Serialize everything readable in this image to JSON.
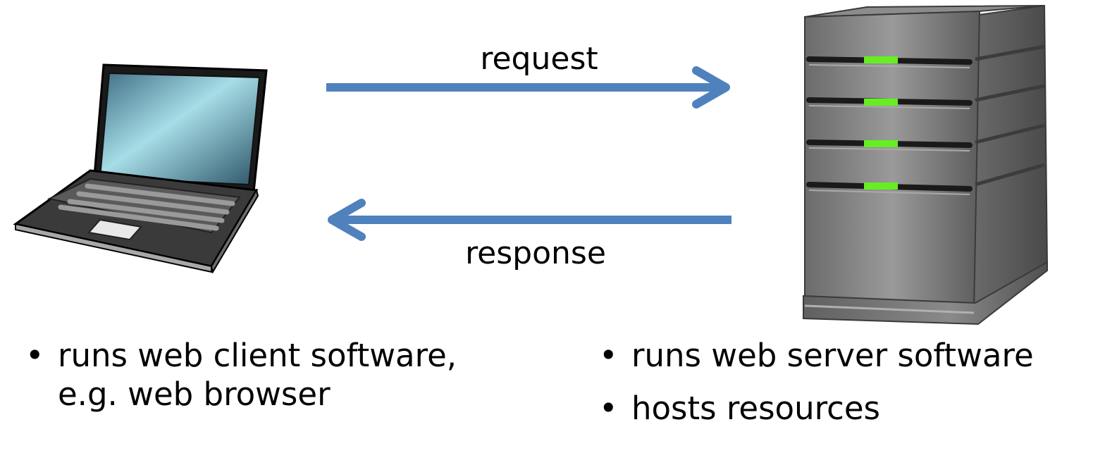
{
  "diagram": {
    "client": {
      "name": "laptop-client",
      "bullets": [
        {
          "text": "runs web client software,\ne.g. web browser"
        }
      ]
    },
    "server": {
      "name": "web-server",
      "bullets": [
        {
          "text": "runs web server software"
        },
        {
          "text": "hosts resources"
        }
      ]
    },
    "arrows": {
      "request": {
        "label": "request",
        "direction": "client-to-server"
      },
      "response": {
        "label": "response",
        "direction": "server-to-client"
      }
    },
    "bullet_glyph": "•",
    "colors": {
      "arrow": "#4f81bd",
      "server_led": "#66ee22",
      "laptop_screen": "#7ab8c8",
      "server_body": "#7d7d7d"
    }
  }
}
